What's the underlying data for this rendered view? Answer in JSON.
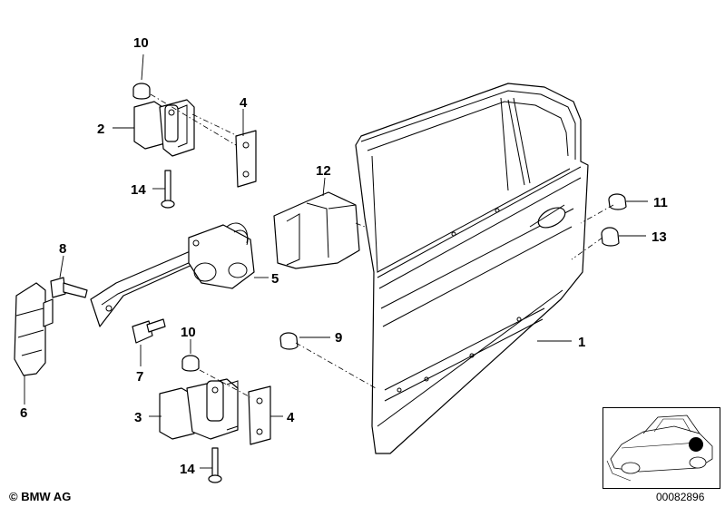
{
  "callouts": {
    "c1": "1",
    "c2": "2",
    "c3": "3",
    "c4a": "4",
    "c4b": "4",
    "c5": "5",
    "c6": "6",
    "c7": "7",
    "c8": "8",
    "c9": "9",
    "c10a": "10",
    "c10b": "10",
    "c11": "11",
    "c12": "12",
    "c13": "13",
    "c14a": "14",
    "c14b": "14"
  },
  "copyright": "© BMW AG",
  "document_number": "00082896",
  "icons": {
    "inset": "car-location-icon"
  }
}
